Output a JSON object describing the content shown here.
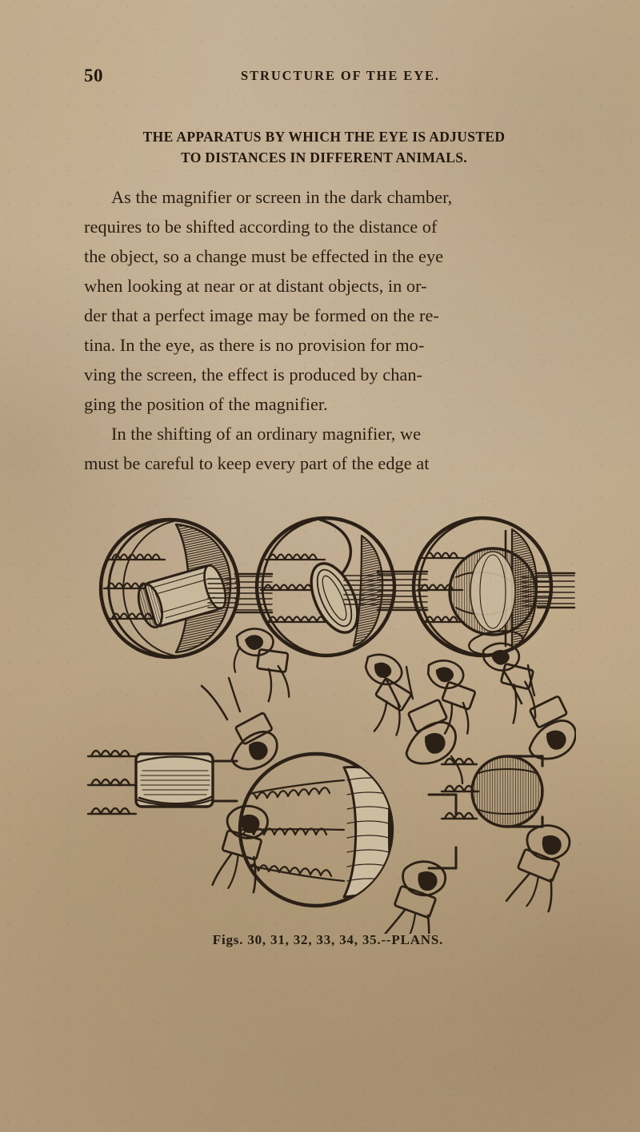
{
  "page": {
    "folio": "50",
    "running_head": "STRUCTURE OF THE EYE.",
    "paper_color": "#c2ae92",
    "ink_color": "#241a12"
  },
  "section_heading": {
    "line1": "THE APPARATUS BY WHICH THE EYE IS ADJUSTED",
    "line2": "TO DISTANCES IN DIFFERENT ANIMALS."
  },
  "body": {
    "paragraph1_lines": [
      "As the magnifier or screen in the dark chamber,",
      "requires to be shifted according to the distance of",
      "the object, so a change must be effected in the eye",
      "when looking at near or at distant objects, in or-",
      "der that a perfect image may be formed on the re-",
      "tina.   In the eye, as there is no provision for mo-",
      "ving the screen, the effect is produced by chan-",
      "ging the position of the magnifier."
    ],
    "paragraph2_lines": [
      "In the shifting of an ordinary magnifier, we",
      "must be careful to keep every part of the edge at"
    ]
  },
  "figure": {
    "caption": "Figs. 30, 31, 32, 33, 34, 35.--PLANS.",
    "alt": "Six engraved diagrams of eyes showing the lens and ciliary structures being shifted by hands, with ray bundles entering from the right",
    "figure_numbers": [
      "30",
      "31",
      "32",
      "33",
      "34",
      "35"
    ],
    "panels": [
      {
        "id": "fig-30",
        "row": "top",
        "position": "left",
        "description": "Sectional eyeball with dark choroid, cylindrical lens pushed forward, ray bundle from right"
      },
      {
        "id": "fig-31",
        "row": "top",
        "position": "center",
        "description": "Sectional eyeball with tilted oval lens and ray bundle from right"
      },
      {
        "id": "fig-32",
        "row": "top",
        "position": "right",
        "description": "Sectional eyeball with large spherical lens and ray bundle from right"
      },
      {
        "id": "fig-33",
        "row": "bottom",
        "position": "left",
        "description": "Plan view of flattened cylindrical lens held between two hands"
      },
      {
        "id": "fig-34",
        "row": "bottom",
        "position": "center",
        "description": "Front plan of eye showing ciliary processes radiating around the lens, held by hands"
      },
      {
        "id": "fig-35",
        "row": "bottom",
        "position": "right",
        "description": "Plan view of round hatched lens held between two hands"
      }
    ]
  }
}
